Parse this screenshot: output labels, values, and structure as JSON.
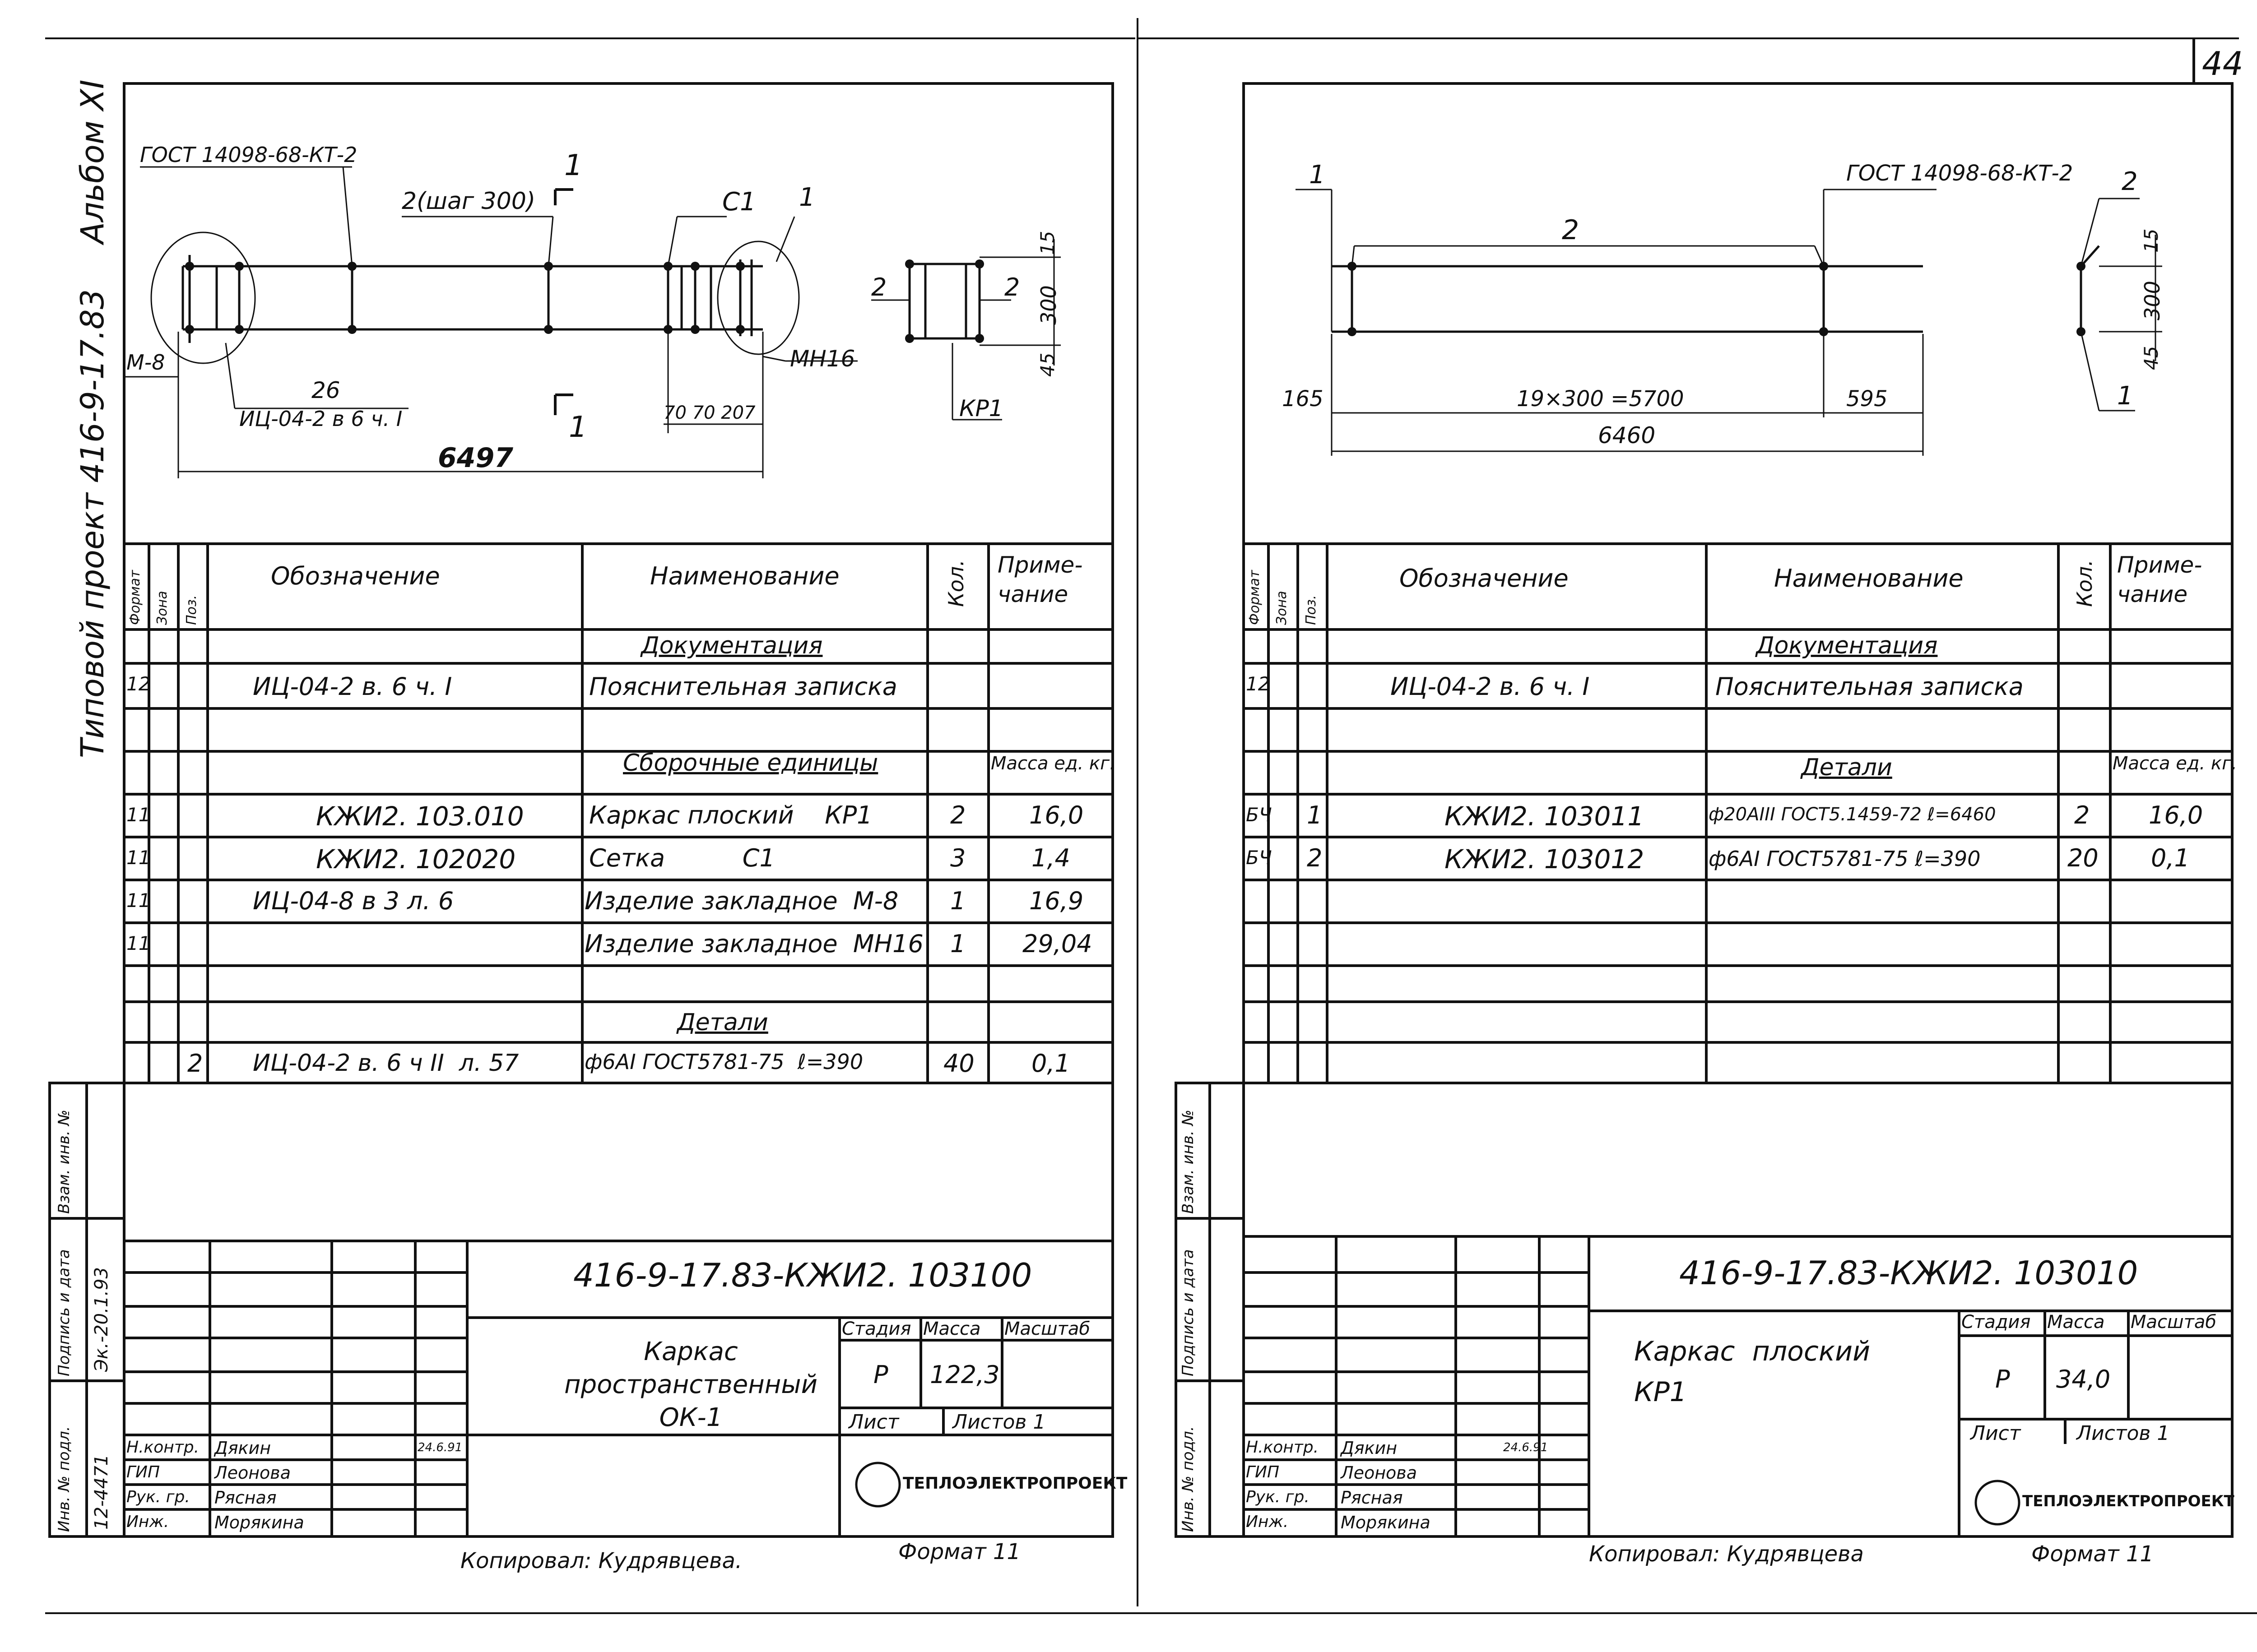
{
  "margin": {
    "album": "Альбом XI",
    "project": "Типовой проект 416-9-17.83",
    "page_number": "44"
  },
  "left": {
    "drawing": {
      "gost": "ГОСТ 14098-68-КТ-2",
      "step": "2(шаг 300)",
      "c1": "С1",
      "one_a": "1",
      "section_mark": "1",
      "m8": "М-8",
      "mn16": "МН16",
      "d26": "26",
      "ref": "ИЦ-04-2 в 6 ч. I",
      "dims_small": "70 70 207",
      "overall": "6497",
      "sec_label_2": "2",
      "sec_label_2b": "2",
      "sec_15": "15",
      "sec_300": "300",
      "sec_45": "45",
      "kp1": "КР1"
    },
    "spec": {
      "headers": {
        "format": "Формат",
        "zone": "Зона",
        "pos": "Поз.",
        "designation": "Обозначение",
        "name": "Наименование",
        "qty": "Кол.",
        "note": "Приме-\nчание"
      },
      "section_docs": "Документация",
      "section_asm": "Сборочные единицы",
      "section_parts": "Детали",
      "mass_note": "Масса ед. кг.",
      "rows": [
        {
          "format": "12",
          "pos": "",
          "designation": "ИЦ-04-2 в. 6 ч. I",
          "name": "Пояснительная записка",
          "qty": "",
          "note": ""
        },
        {
          "format": "11",
          "pos": "",
          "designation": "КЖИ2. 103.010",
          "name": "Каркас плоский    КР1",
          "qty": "2",
          "note": "16,0"
        },
        {
          "format": "11",
          "pos": "",
          "designation": "КЖИ2. 102020",
          "name": "Сетка          С1",
          "qty": "3",
          "note": "1,4"
        },
        {
          "format": "11",
          "pos": "",
          "designation": "ИЦ-04-8 в 3 л. 6",
          "name": "Изделие закладное  М-8",
          "qty": "1",
          "note": "16,9"
        },
        {
          "format": "11",
          "pos": "",
          "designation": "",
          "name": "Изделие закладное  МН16",
          "qty": "1",
          "note": "29,04"
        },
        {
          "format": "",
          "pos": "2",
          "designation": "ИЦ-04-2 в. 6 ч II  л. 57",
          "name": "ф6AI ГОСТ5781-75  ℓ=390",
          "qty": "40",
          "note": "0,1"
        }
      ]
    },
    "stamp": {
      "code": "416-9-17.83-КЖИ2. 103100",
      "title": "Каркас\nпространственный\nОК-1",
      "stage_h": "Стадия",
      "mass_h": "Масса",
      "scale_h": "Масштаб",
      "stage": "Р",
      "mass": "122,3",
      "sheet_h": "Лист",
      "sheets_h": "Листов 1",
      "org": "ТЕПЛОЭЛЕКТРОПРОЕКТ",
      "roles": [
        "Н.контр.",
        "ГИП",
        "Рук. гр.",
        "Инж."
      ],
      "names": [
        "Дякин",
        "Леонова",
        "Рясная",
        "Морякина"
      ],
      "date": "24.6.91",
      "copied": "Копировал: Кудрявцева.",
      "format": "Формат 11",
      "side_labels": [
        "Инв. № подл.",
        "Подпись и дата",
        "Взам. инв. №"
      ],
      "inv_no": "12-4471",
      "sign_date": "Эк.-20.1.93"
    }
  },
  "right": {
    "drawing": {
      "one": "1",
      "two": "2",
      "gost": "ГОСТ 14098-68-КТ-2",
      "sec_2": "2",
      "d165": "165",
      "d5700": "19×300 =5700",
      "d595": "595",
      "d6460": "6460",
      "sec_15": "15",
      "sec_300": "300",
      "sec_45": "45",
      "sec_1": "1"
    },
    "spec": {
      "headers": {
        "format": "Формат",
        "zone": "Зона",
        "pos": "Поз.",
        "designation": "Обозначение",
        "name": "Наименование",
        "qty": "Кол.",
        "note": "Приме-\nчание"
      },
      "section_docs": "Документация",
      "section_parts": "Детали",
      "mass_note": "Масса ед. кг.",
      "rows": [
        {
          "format": "12",
          "pos": "",
          "designation": "ИЦ-04-2 в. 6 ч. I",
          "name": "Пояснительная записка",
          "qty": "",
          "note": ""
        },
        {
          "format": "БЧ",
          "pos": "1",
          "designation": "КЖИ2. 103011",
          "name": "ф20АIII ГОСТ5.1459-72 ℓ=6460",
          "qty": "2",
          "note": "16,0"
        },
        {
          "format": "БЧ",
          "pos": "2",
          "designation": "КЖИ2. 103012",
          "name": "ф6AI ГОСТ5781-75 ℓ=390",
          "qty": "20",
          "note": "0,1"
        }
      ]
    },
    "stamp": {
      "code": "416-9-17.83-КЖИ2. 103010",
      "title": "Каркас  плоский\nКР1",
      "stage_h": "Стадия",
      "mass_h": "Масса",
      "scale_h": "Масштаб",
      "stage": "Р",
      "mass": "34,0",
      "sheet_h": "Лист",
      "sheets_h": "Листов 1",
      "org": "ТЕПЛОЭЛЕКТРОПРОЕКТ",
      "roles": [
        "Н.контр.",
        "ГИП",
        "Рук. гр.",
        "Инж."
      ],
      "names": [
        "Дякин",
        "Леонова",
        "Рясная",
        "Морякина"
      ],
      "date": "24.6.91",
      "copied": "Копировал: Кудрявцева",
      "format": "Формат 11",
      "side_labels": [
        "Инв. № подл.",
        "Подпись и дата",
        "Взам. инв. №"
      ]
    }
  }
}
